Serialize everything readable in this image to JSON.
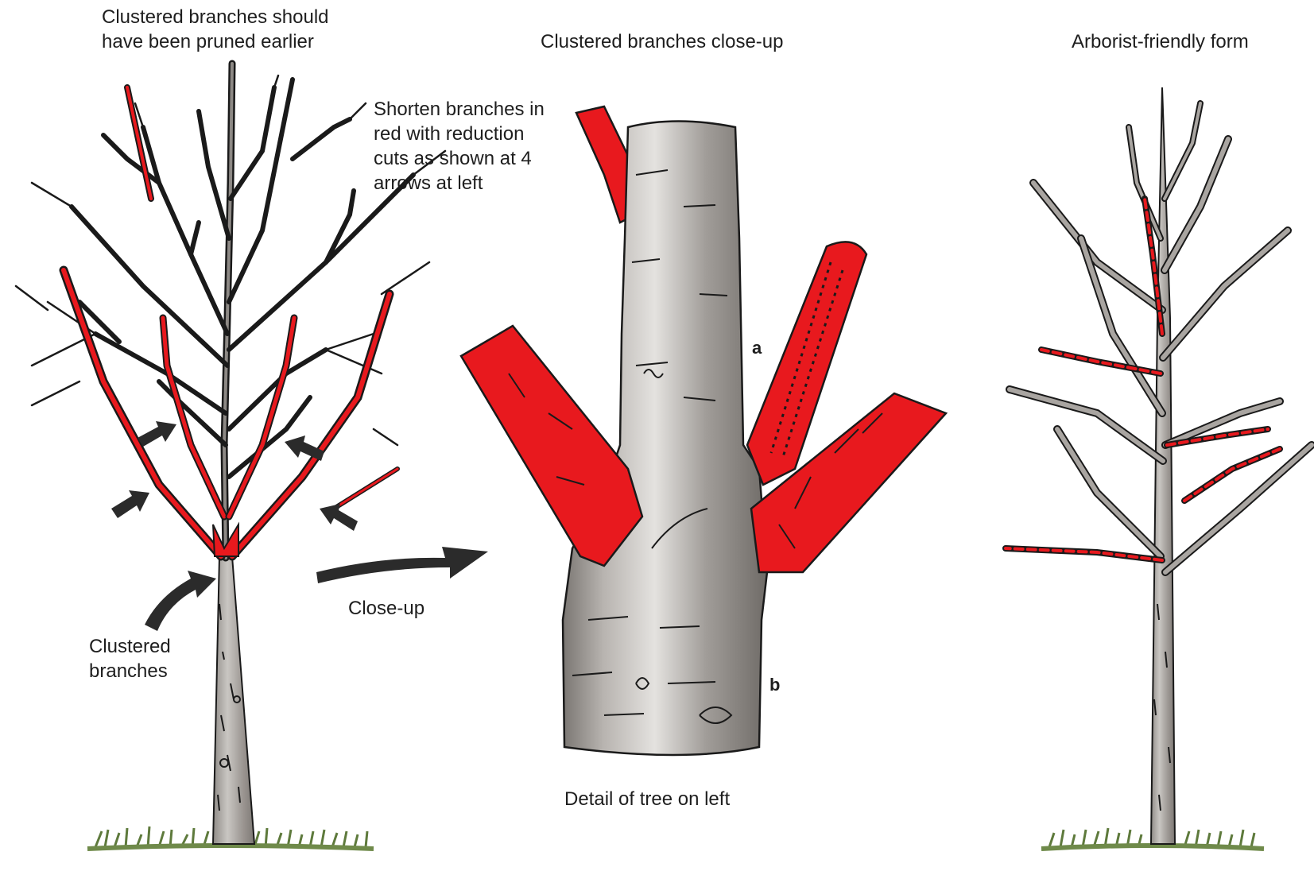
{
  "left_tree": {
    "title_line1": "Clustered branches should",
    "title_line2": "have been pruned earlier",
    "cluster_label_line1": "Clustered",
    "cluster_label_line2": "branches"
  },
  "arrow_label": "Close-up",
  "middle": {
    "title": "Clustered branches close-up",
    "instruction_line1": "Shorten branches in",
    "instruction_line2": "red with reduction",
    "instruction_line3": "cuts as shown at 4",
    "instruction_line4": "arrows at left",
    "marker_a": "a",
    "marker_b": "b",
    "caption": "Detail of tree on left"
  },
  "right_tree": {
    "title": "Arborist-friendly form"
  },
  "colors": {
    "highlight_red": "#e8191e",
    "bark_gray": "#a9a5a1",
    "outline": "#1a1a1a",
    "grass": "#6f8a4a"
  }
}
